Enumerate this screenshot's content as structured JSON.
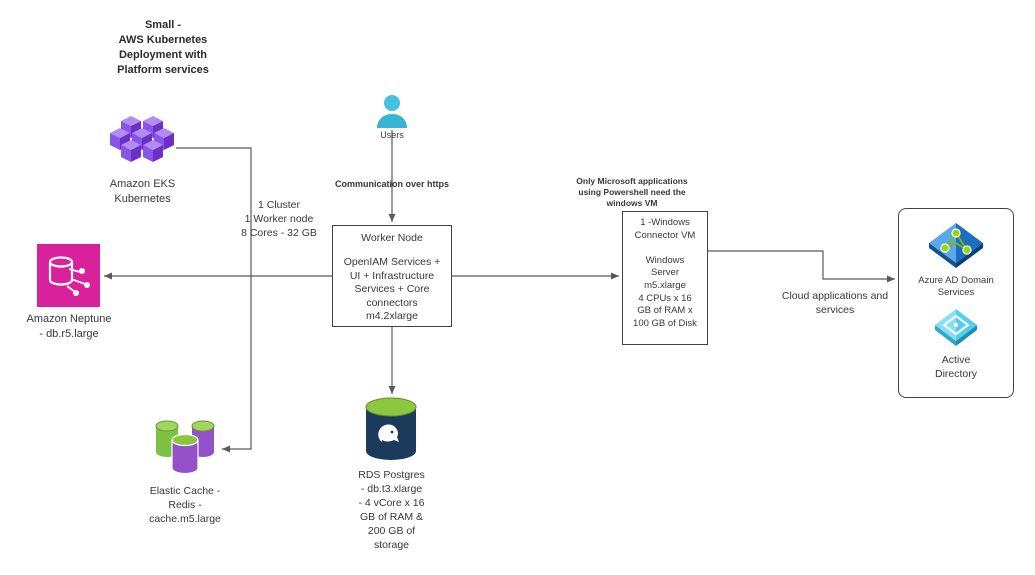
{
  "title": "Small -\nAWS Kubernetes\nDeployment with\nPlatform services",
  "colors": {
    "eks_purple_light": "#b08df2",
    "eks_purple": "#8a54e8",
    "eks_purple_dark": "#6a30c8",
    "neptune_pink": "#d9219b",
    "users_cyan": "#45c2de",
    "redis_green_top": "#a2d55e",
    "redis_green_body": "#7dc142",
    "redis_purple": "#9450c8",
    "postgres_navy": "#1b3a5c",
    "postgres_green": "#8dc63f",
    "azure_blue_light": "#5aa7ec",
    "azure_blue_dark": "#1d6ec2",
    "azure_green": "#97d700",
    "ad_cyan_light": "#8adef2",
    "ad_cyan": "#58cdea",
    "line_gray": "#595959"
  },
  "nodes": {
    "eks": {
      "label": "Amazon EKS\nKubernetes"
    },
    "users": {
      "label": "Users"
    },
    "neptune": {
      "label": "Amazon Neptune\n- db.r5.large"
    },
    "worker": {
      "title": "Worker Node",
      "body": "OpenIAM Services +\nUI + Infrastructure\nServices + Core\nconnectors\nm4.2xlarge"
    },
    "windows": {
      "body": "1 -Windows\nConnector VM\n\nWindows\nServer\nm5.xlarge\n4 CPUs x 16\nGB of RAM x\n100 GB of Disk"
    },
    "azure_ad": {
      "label": "Azure AD Domain\nServices"
    },
    "active_directory": {
      "label": "Active\nDirectory"
    },
    "elastic_cache": {
      "label": "Elastic Cache -\nRedis -\ncache.m5.large"
    },
    "rds": {
      "label": "RDS  Postgres\n- db.t3.xlarge\n- 4 vCore x 16\nGB of RAM &\n200 GB of\nstorage"
    }
  },
  "annotations": {
    "cluster_specs": "1 Cluster\n1 Worker node\n8 Cores - 32 GB",
    "https": "Communication over https",
    "microsoft": "Only Microsoft applications\nusing Powershell need the\nwindows VM",
    "cloud": "Cloud applications and\nservices"
  }
}
